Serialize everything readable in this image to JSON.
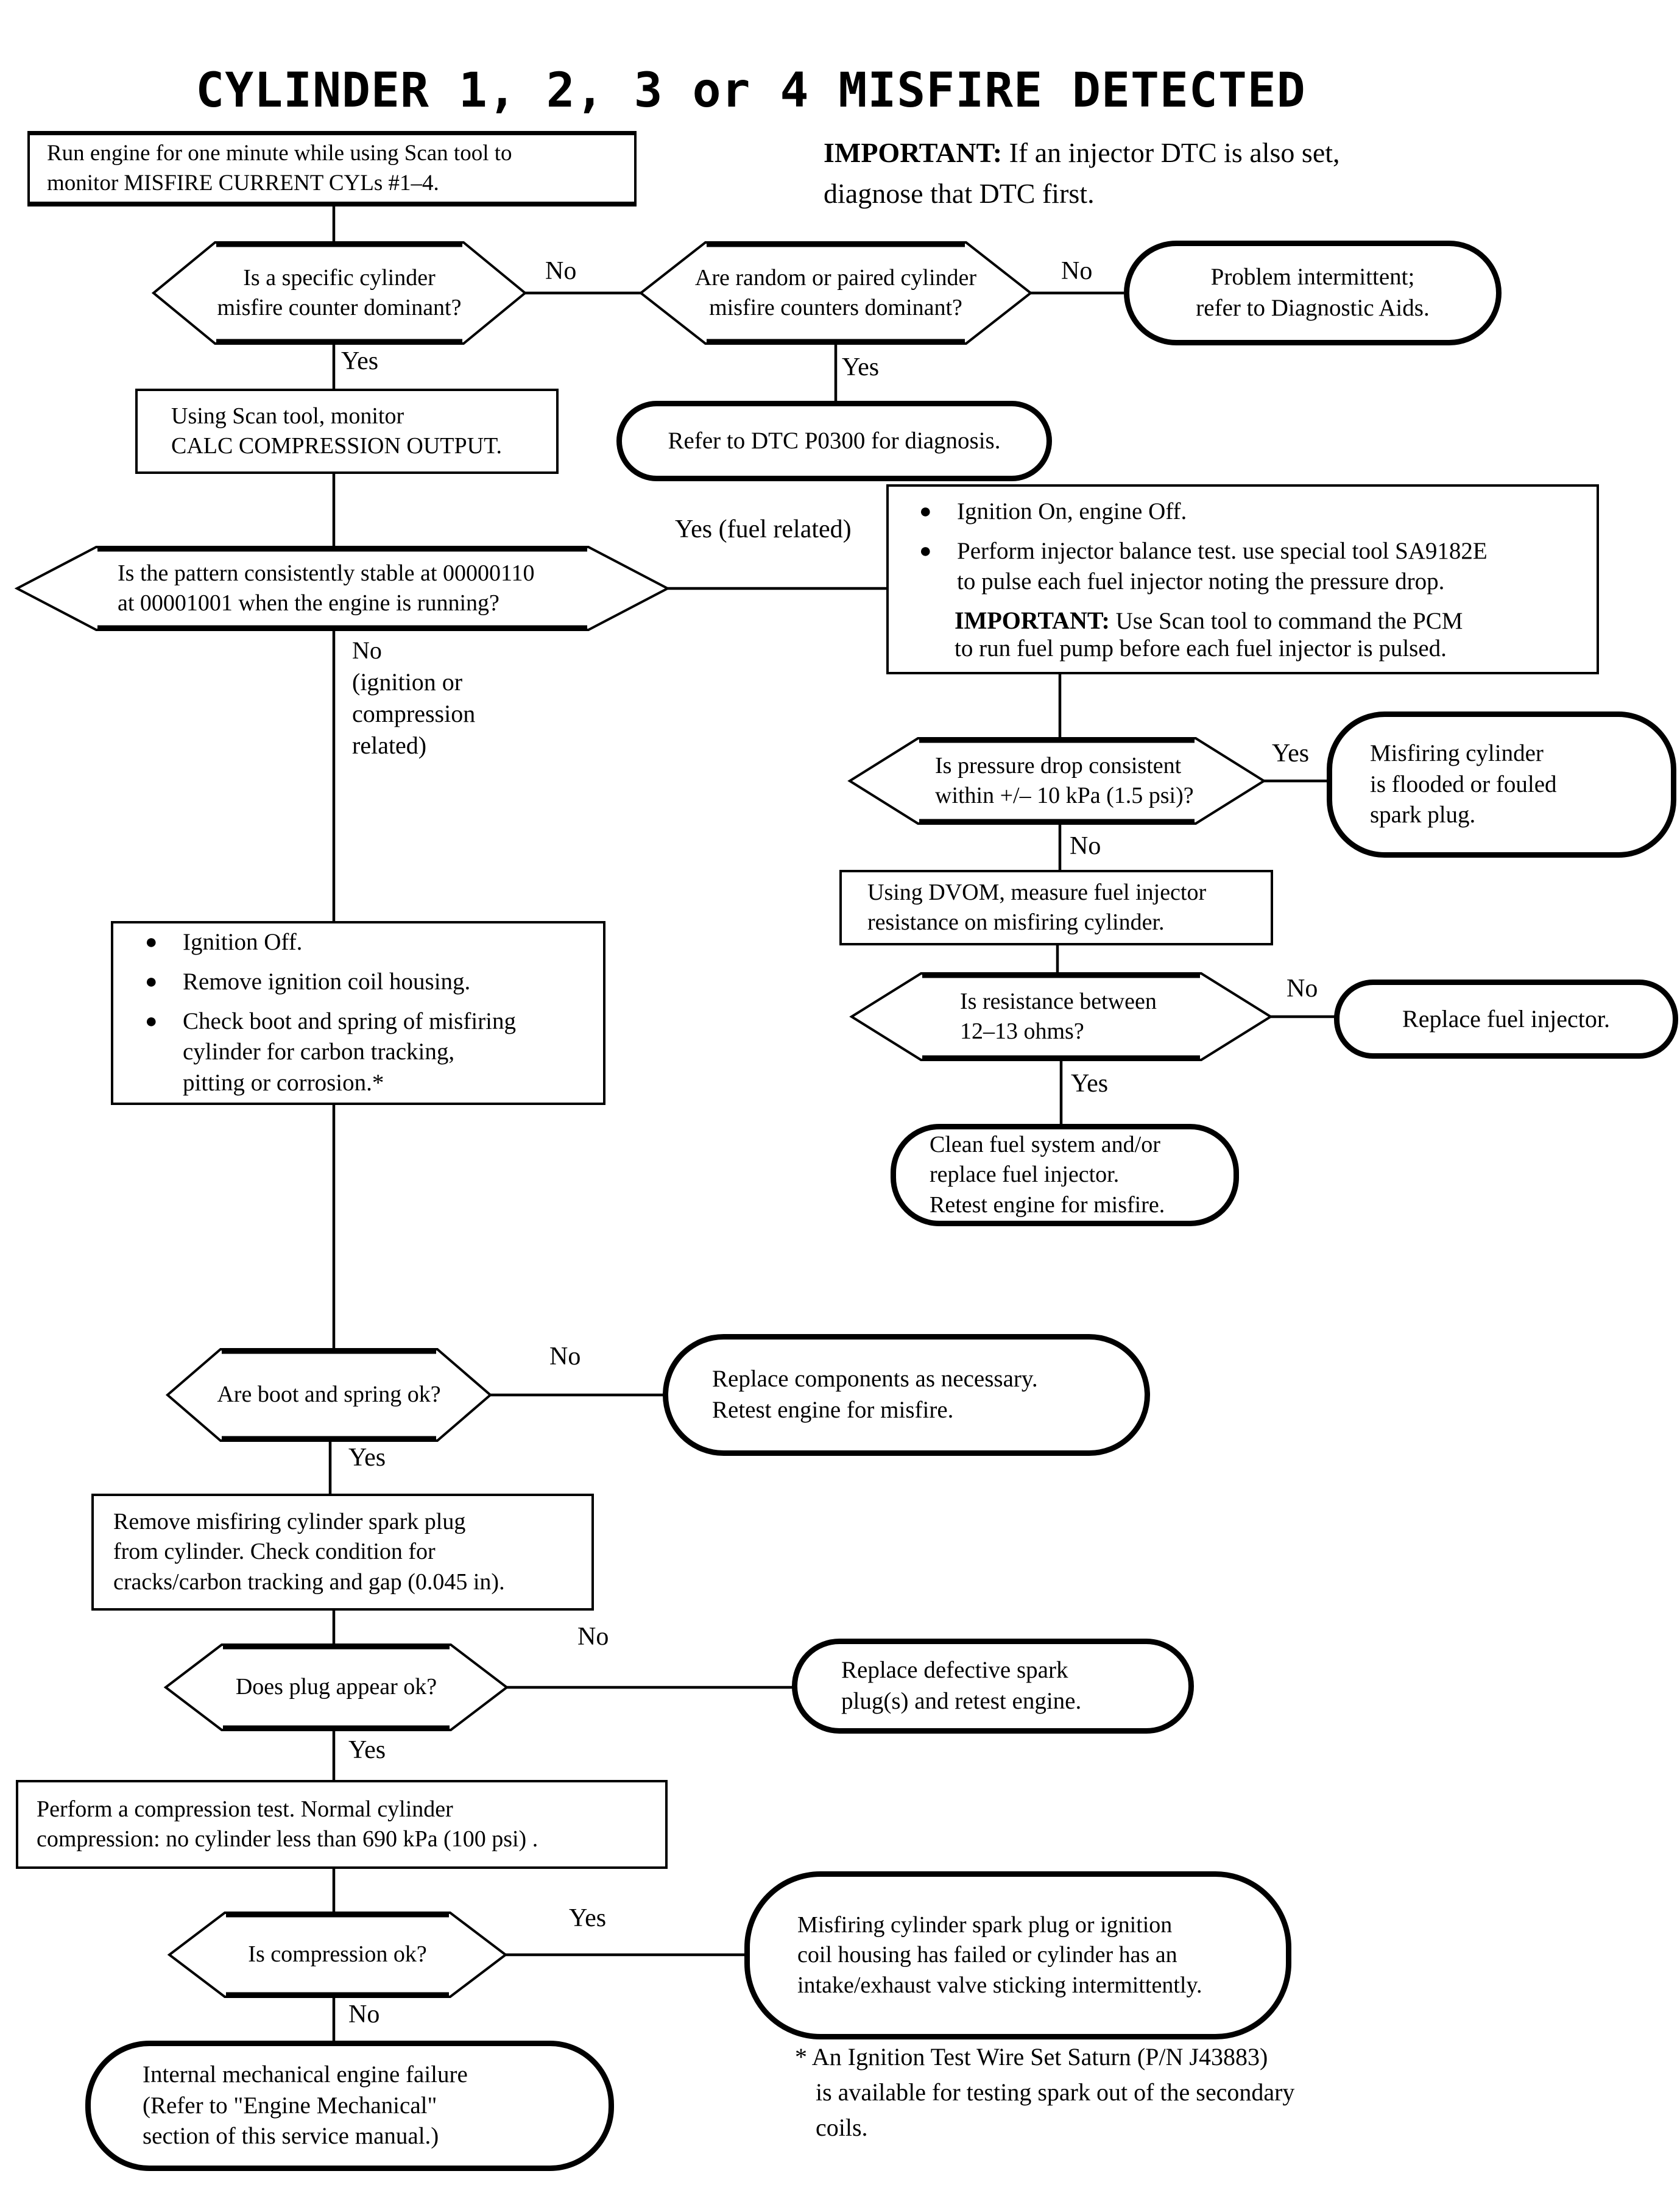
{
  "page_title": "CYLINDER 1, 2, 3 or 4 MISFIRE DETECTED",
  "important_note": {
    "heading": "IMPORTANT:",
    "text": " If an injector DTC is also set,\ndiagnose that DTC first."
  },
  "nodes": {
    "run_engine": "Run engine for one minute while using Scan tool to\nmonitor MISFIRE CURRENT CYLs #1–4.",
    "specific": "Is a specific cylinder\nmisfire counter dominant?",
    "random": "Are random or paired cylinder\nmisfire counters dominant?",
    "intermittent": "Problem intermittent;\nrefer to Diagnostic Aids.",
    "calc": "Using Scan tool, monitor\nCALC COMPRESSION OUTPUT.",
    "p0300": "Refer to DTC P0300 for diagnosis.",
    "pattern": "Is the pattern consistently stable at 00000110\nat 00001001 when the engine is running?",
    "injector": {
      "items": [
        "Ignition On, engine Off.",
        "Perform injector balance test. use special tool SA9182E\nto pulse each fuel injector noting the pressure drop."
      ],
      "important_heading": "IMPORTANT:",
      "important_text": " Use Scan tool to command the PCM\nto run fuel pump before each fuel injector is pulsed."
    },
    "pressure": "Is pressure drop consistent\nwithin +/– 10 kPa (1.5 psi)?",
    "flooded": "Misfiring cylinder\nis flooded or fouled\nspark plug.",
    "dvom": "Using DVOM, measure fuel injector\nresistance on misfiring cylinder.",
    "resistance": "Is resistance between\n12–13 ohms?",
    "replace_injector": "Replace fuel injector.",
    "clean_fuel": "Clean fuel system and/or\nreplace fuel injector.\nRetest engine for misfire.",
    "ignition_off": {
      "items": [
        "Ignition Off.",
        "Remove ignition coil housing.",
        "Check boot and spring of misfiring\ncylinder for carbon tracking,\npitting or corrosion.*"
      ]
    },
    "boot": "Are boot and spring ok?",
    "components": "Replace components as necessary.\nRetest engine for misfire.",
    "remove_plug": "Remove misfiring cylinder spark plug\nfrom cylinder. Check condition for\ncracks/carbon tracking and gap (0.045 in).",
    "plug_ok": "Does plug appear ok?",
    "defective_plug": "Replace defective spark\nplug(s) and retest engine.",
    "compression_test": "Perform a compression test. Normal cylinder\ncompression: no cylinder less than 690 kPa (100 psi) .",
    "comp_ok": "Is compression ok?",
    "sticking": "Misfiring cylinder spark plug or ignition\ncoil housing has failed or cylinder has an\nintake/exhaust valve sticking intermittently.",
    "internal": "Internal mechanical engine failure\n(Refer to \"Engine Mechanical\"\nsection of this service manual.)"
  },
  "labels": {
    "no1": "No",
    "no2": "No",
    "yes1": "Yes",
    "yes2": "Yes",
    "yes_fuel": "Yes (fuel related)",
    "no_ign": "No\n(ignition or\ncompression\nrelated)",
    "yes3": "Yes",
    "no3": "No",
    "no4": "No",
    "yes4": "Yes",
    "no5": "No",
    "yes5": "Yes",
    "no6": "No",
    "yes6": "Yes",
    "yes7": "Yes",
    "no7": "No"
  },
  "footnote": "* An Ignition Test Wire Set Saturn (P/N J43883)\nis available for testing spark out of the secondary\ncoils.",
  "colors": {
    "ink": "#000000",
    "paper": "#ffffff"
  }
}
